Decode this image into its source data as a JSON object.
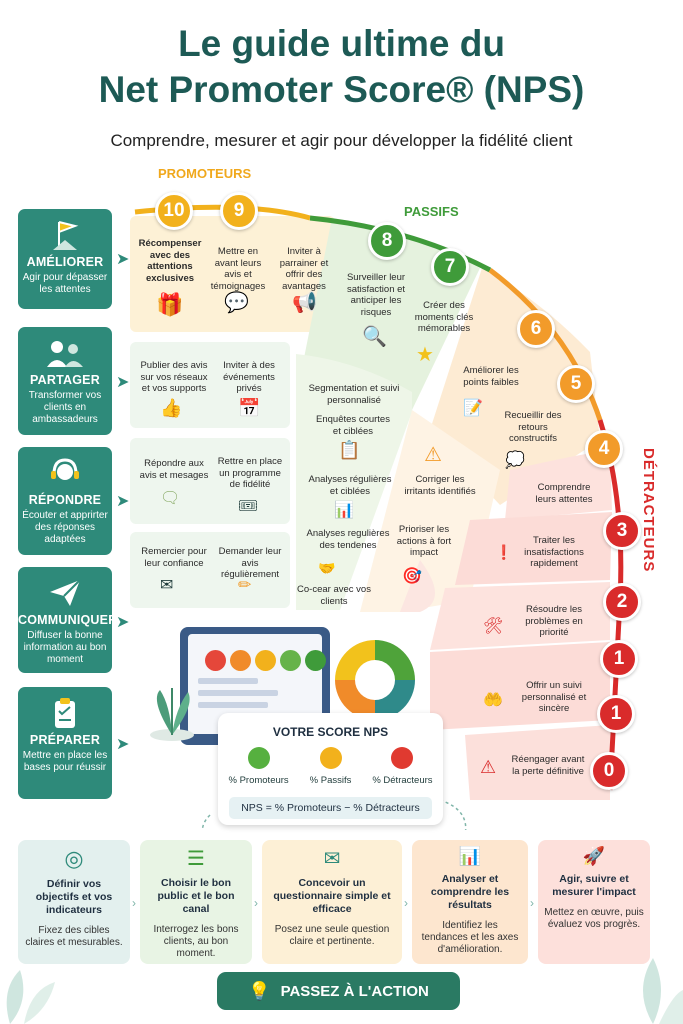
{
  "header": {
    "title_line1": "Le guide ultime du",
    "title_line2": "Net Promoter Score® (NPS)",
    "subtitle": "Comprendre, mesurer et agir pour développer la fidélité client"
  },
  "categories": {
    "promoters": "PROMOTEURS",
    "passives": "PASSIFS",
    "detractors": "DÉTRACTEURS"
  },
  "rail": [
    {
      "label": "AMÉLIORER",
      "desc": "Agir pour dépasser les attentes",
      "icon": "flag-icon"
    },
    {
      "label": "PARTAGER",
      "desc": "Transformer vos clients en ambassadeurs",
      "icon": "people-icon"
    },
    {
      "label": "RÉPONDRE",
      "desc": "Écouter et apprirter des réponses adaptées",
      "icon": "headset-icon"
    },
    {
      "label": "COMMUNIQUER",
      "desc": "Diffuser la bonne information au bon moment",
      "icon": "paper-plane-icon"
    },
    {
      "label": "PRÉPARER",
      "desc": "Mettre en place les bases pour réussir",
      "icon": "clipboard-icon"
    }
  ],
  "scores": [
    "10",
    "9",
    "8",
    "7",
    "6",
    "5",
    "4",
    "3",
    "2",
    "1",
    "1",
    "0"
  ],
  "promoter_cells": [
    "Récompenser avec des attentions exclusives",
    "Mettre en avant leurs avis et témoignages",
    "Inviter à parrainer et offrir des avantages",
    "Publier des avis sur vos réseaux et vos supports",
    "Inviter à des événements privés",
    "Répondre aux avis et mesages",
    "Rettre en place un programme de fidélité",
    "Remercier pour leur confiance",
    "Demander leur avis régulièrement"
  ],
  "passive_cells": [
    "Surveiller leur satisfaction et anticiper les risques",
    "Créer des moments clés mémorables",
    "Segmentation et suivi personnalisé",
    "Enquêtes courtes et ciblées",
    "Analyses régulières et ciblées",
    "Analyses regulières des tendenes",
    "Co-cear avec vos clients"
  ],
  "mid_cells": [
    "Améliorer les points faibles",
    "Recueillir des retours constructifs",
    "Corriger les irritants identifiés",
    "Prioriser les actions à fort impact"
  ],
  "detractor_cells": [
    "Comprendre leurs attentes",
    "Traiter les insatisfactions rapidement",
    "Résoudre les problèmes en priorité",
    "Offrir un suivi personnalisé et sincère",
    "Réengager avant la perte définitive"
  ],
  "score_card": {
    "title": "VOTRE SCORE NPS",
    "promoters": "% Promoteurs",
    "passives": "% Passifs",
    "detractors": "% Détracteurs",
    "formula": "NPS = % Promoteurs − % Détracteurs"
  },
  "steps": [
    {
      "title": "Définir vos objectifs et vos indicateurs",
      "desc": "Fixez des cibles claires et mesurables.",
      "icon": "target-icon"
    },
    {
      "title": "Choisir le bon public et le bon canal",
      "desc": "Interrogez les bons clients, au bon moment.",
      "icon": "list-icon"
    },
    {
      "title": "Concevoir un questionnaire simple et efficace",
      "desc": "Posez une seule question claire et pertinente.",
      "icon": "envelope-icon"
    },
    {
      "title": "Analyser et comprendre les résultats",
      "desc": "Identifiez les tendances et les axes d'amélioration.",
      "icon": "bar-chart-icon"
    },
    {
      "title": "Agir, suivre et mesurer l'impact",
      "desc": "Mettez en œuvre, puis évaluez vos progrès.",
      "icon": "rocket-icon"
    }
  ],
  "cta": {
    "label": "PASSEZ À L'ACTION"
  },
  "colors": {
    "promoter": "#f2b11c",
    "passive": "#3f9b3a",
    "neutral": "#f29b2a",
    "detractor": "#d92b2b",
    "brand": "#2e8a7a"
  }
}
